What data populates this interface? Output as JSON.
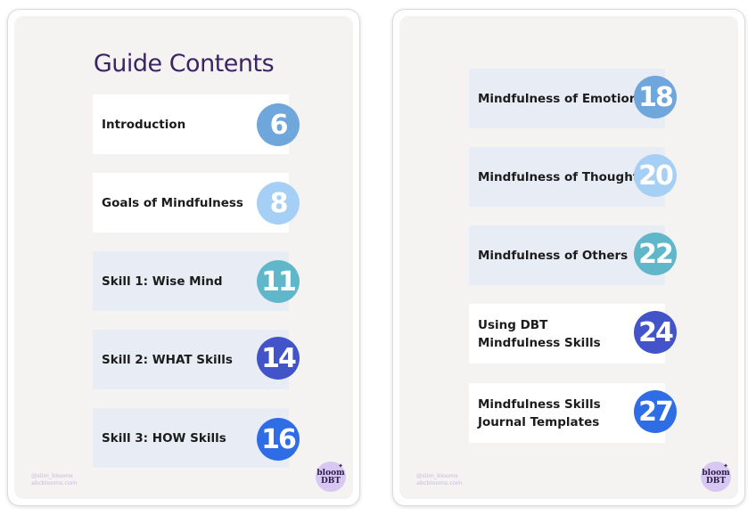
{
  "left_page": {
    "title": "Guide Contents",
    "entries": [
      {
        "label": "Introduction",
        "page": "6",
        "color": "#6fa6dc"
      },
      {
        "label": "Goals of Mindfulness",
        "page": "8",
        "color": "#a6cff5"
      },
      {
        "label": "Skill 1: Wise Mind",
        "page": "11",
        "color": "#5fb7c9"
      },
      {
        "label": "Skill 2: WHAT Skills",
        "page": "14",
        "color": "#4254c8"
      },
      {
        "label": "Skill 3: HOW Skills",
        "page": "16",
        "color": "#2f6de6"
      }
    ],
    "footer_line1": "@slim_blooms",
    "footer_line2": "abcblooms.com"
  },
  "right_page": {
    "entries": [
      {
        "label": "Mindfulness of Emotion",
        "page": "18",
        "color": "#6fa6dc"
      },
      {
        "label": "Mindfulness of Thought",
        "page": "20",
        "color": "#a6cff5"
      },
      {
        "label": "Mindfulness of Others",
        "page": "22",
        "color": "#5fb7c9"
      },
      {
        "label": "Using DBT\nMindfulness Skills",
        "page": "24",
        "color": "#4254c8"
      },
      {
        "label": "Mindfulness Skills\nJournal Templates",
        "page": "27",
        "color": "#2f6de6"
      }
    ],
    "footer_line1": "@slim_blooms",
    "footer_line2": "abcblooms.com"
  },
  "logo": {
    "line1": "bloom",
    "line2": "DBT",
    "sparkle": "✦",
    "background": "#d9c7f3"
  }
}
